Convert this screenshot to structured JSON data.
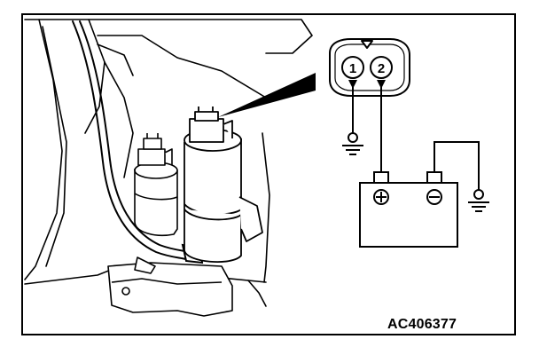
{
  "figure": {
    "code": "AC406377"
  },
  "connector": {
    "pins": [
      "1",
      "2"
    ]
  },
  "battery": {
    "positive_symbol": "⊕",
    "negative_symbol": "⊖"
  },
  "icons": [
    "ground-icon",
    "battery-icon",
    "connector-icon",
    "washer-motor-pump-icon"
  ]
}
